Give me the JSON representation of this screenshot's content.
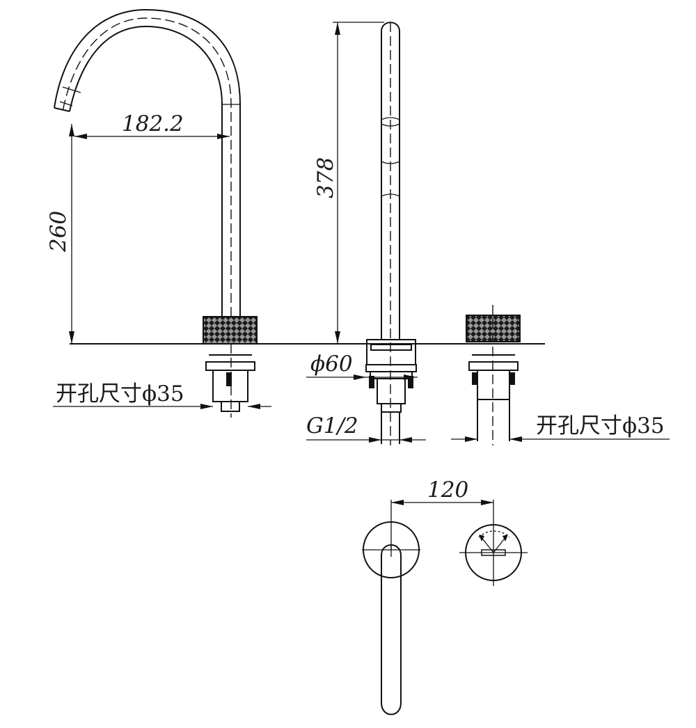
{
  "dimensions": {
    "spout_reach": "182.2",
    "spout_height": "260",
    "overall_height": "378",
    "base_diameter": "ϕ60",
    "thread": "G1/2",
    "handle_spacing": "120",
    "hole_size_left": "开孔尺寸ϕ35",
    "hole_size_right": "开孔尺寸ϕ35"
  },
  "colors": {
    "line": "#111111",
    "background": "#ffffff",
    "knurl": "#1a1a1a"
  }
}
